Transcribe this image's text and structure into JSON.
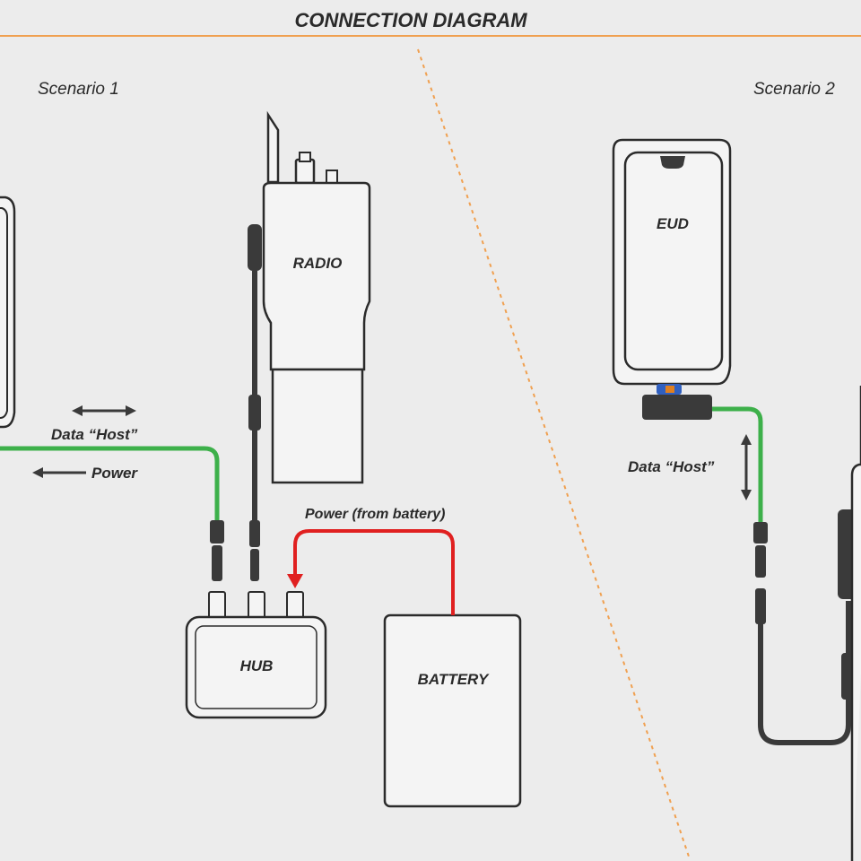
{
  "title": "CONNECTION DIAGRAM",
  "scenarios": {
    "one": "Scenario 1",
    "two": "Scenario 2"
  },
  "devices": {
    "radio": "RADIO",
    "hub": "HUB",
    "battery": "BATTERY",
    "eud": "EUD"
  },
  "labels": {
    "data_host_1": "Data “Host”",
    "power": "Power",
    "power_from_battery": "Power (from battery)",
    "data_host_2": "Data “Host”"
  },
  "colors": {
    "background": "#ececec",
    "accent_orange": "#f0a050",
    "data_cable": "#3db04a",
    "power_cable": "#e02020",
    "outline": "#2b2b2b",
    "text": "#2a2a2a"
  }
}
